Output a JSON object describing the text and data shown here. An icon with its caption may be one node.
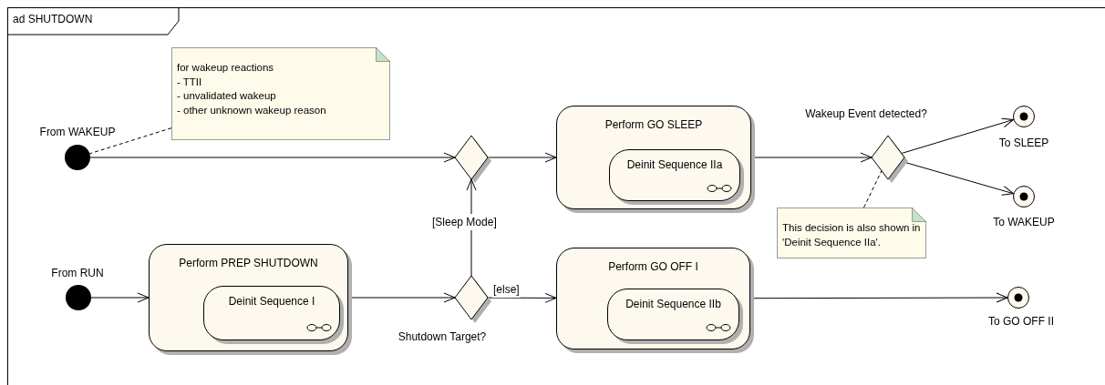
{
  "diagram": {
    "title": "ad SHUTDOWN",
    "nodes": [
      {
        "text": [
          "for wakeup reactions",
          "- TTII",
          "- unvalidated wakeup",
          "- other unknown wakeup reason"
        ]
      },
      {
        "text": [],
        "shape": "circle",
        "beside": [
          "From WAKEUP"
        ]
      },
      {
        "text": [],
        "shape": "diamond"
      },
      {
        "text": [
          "Perform GO SLEEP"
        ]
      },
      {
        "text": [
          "Deinit Sequence IIa"
        ],
        "in": 3
      },
      {
        "text": [],
        "shape": "diamond",
        "beside": [
          "Wakeup Event detected?"
        ]
      },
      {
        "text": [],
        "shape": "bullseye",
        "beside": [
          "To SLEEP"
        ]
      },
      {
        "text": [],
        "shape": "bullseye",
        "beside": [
          "To WAKEUP"
        ]
      },
      {
        "text": [
          "This decision is also shown in 'Deinit Sequence IIa'."
        ]
      },
      {
        "text": [],
        "shape": "circle",
        "beside": [
          "From RUN"
        ]
      },
      {
        "text": [
          "Perform PREP SHUTDOWN"
        ]
      },
      {
        "text": [
          "Deinit Sequence I"
        ],
        "in": 10
      },
      {
        "text": [],
        "shape": "diamond",
        "beside": [
          "Shutdown Target?"
        ]
      },
      {
        "text": [
          "Perform GO OFF I"
        ]
      },
      {
        "text": [
          "Deinit Sequence IIb"
        ],
        "in": 13
      },
      {
        "text": [],
        "shape": "bullseye",
        "beside": [
          "To GO OFF II"
        ]
      }
    ],
    "edges": [
      {
        "from": 1,
        "to": 2,
        "arrow": "to"
      },
      {
        "from": 2,
        "to": 3,
        "arrow": "to"
      },
      {
        "from": 3,
        "to": 5,
        "arrow": "to"
      },
      {
        "from": 5,
        "to": 6,
        "arrow": "to"
      },
      {
        "from": 5,
        "to": 7,
        "arrow": "to"
      },
      {
        "from": 9,
        "to": 10,
        "arrow": "to"
      },
      {
        "from": 10,
        "to": 12,
        "arrow": "to"
      },
      {
        "from": 12,
        "to": 2,
        "arrow": "to",
        "label": "[Sleep Mode]"
      },
      {
        "from": 12,
        "to": 13,
        "arrow": "to",
        "label": "[else]"
      },
      {
        "from": 13,
        "to": 15,
        "arrow": "to"
      },
      {
        "from": 0,
        "to": 1,
        "arrow": "none",
        "style": "dashed"
      },
      {
        "from": 8,
        "to": 5,
        "arrow": "none",
        "style": "dashed"
      }
    ]
  }
}
